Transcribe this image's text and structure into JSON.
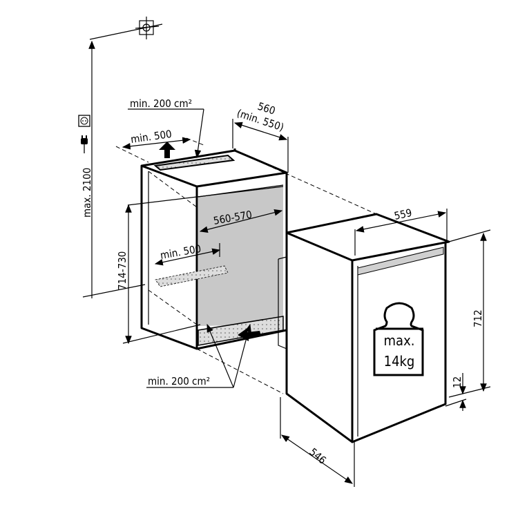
{
  "labels": {
    "max_height": "max. 2100",
    "top_vent_area": "min. 200 cm²",
    "top_vent_depth": "min. 500",
    "niche_depth": "560",
    "niche_depth_min": "(min. 550)",
    "niche_width": "560-570",
    "bottom_vent_depth": "min. 500",
    "niche_height": "714-730",
    "bottom_vent_area": "min. 200 cm²",
    "appliance_width": "559",
    "appliance_height": "712",
    "plinth_height": "12",
    "appliance_depth": "546",
    "max_load": "max.",
    "max_load_value": "14kg"
  },
  "colors": {
    "line": "#000000",
    "interior": "#c8c8c8",
    "panel": "#d0d0d0"
  }
}
